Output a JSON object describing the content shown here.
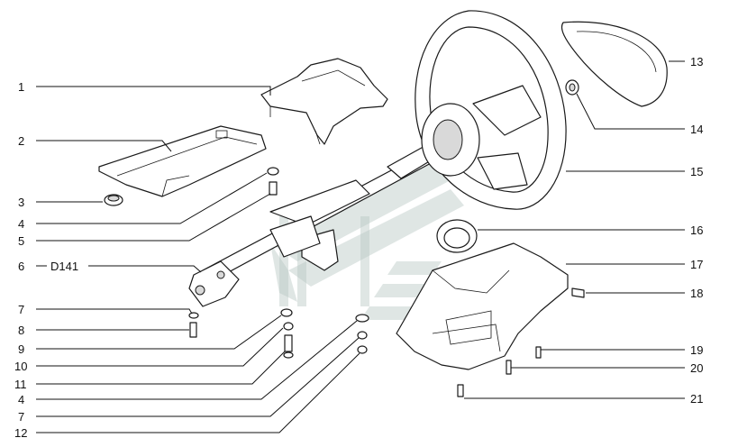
{
  "colors": {
    "ink": "#111111",
    "watermark": "#b9c7c3",
    "background": "#ffffff"
  },
  "callouts": {
    "c1": "1",
    "c2": "2",
    "c3": "3",
    "c4a": "4",
    "c5": "5",
    "c6": "6",
    "c6code": "D141",
    "c7a": "7",
    "c8": "8",
    "c9": "9",
    "c10": "10",
    "c11": "11",
    "c4b": "4",
    "c7b": "7",
    "c12": "12",
    "c13": "13",
    "c14": "14",
    "c15": "15",
    "c16": "16",
    "c17": "17",
    "c18": "18",
    "c19": "19",
    "c20": "20",
    "c21": "21"
  }
}
